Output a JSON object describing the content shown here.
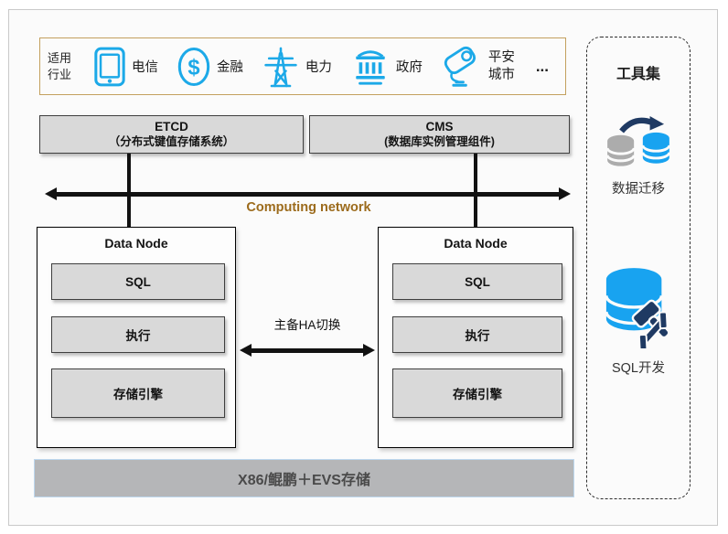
{
  "colors": {
    "accent_cyan": "#1CA9E8",
    "navy": "#1F3A63",
    "db_blue": "#18A3F0",
    "db_gray": "#ACACAC",
    "industry_border_tan": "#C3A05E",
    "network_label_brown": "#9C6B1C",
    "component_gray": "#D9D9D9",
    "infra_bar_gray": "#B5B6B8",
    "infra_bar_border": "#BDD7EE"
  },
  "industry_panel": {
    "label": "适用行业",
    "items": [
      {
        "icon": "phone-icon",
        "label": "电信"
      },
      {
        "icon": "dollar-icon",
        "label": "金融"
      },
      {
        "icon": "power-tower-icon",
        "label": "电力"
      },
      {
        "icon": "government-icon",
        "label": "政府"
      },
      {
        "icon": "cctv-camera-icon",
        "label": "平安城市"
      }
    ],
    "ellipsis": "..."
  },
  "control_plane": {
    "etcd": {
      "title": "ETCD",
      "subtitle": "（分布式键值存储系统）"
    },
    "cms": {
      "title": "CMS",
      "subtitle": "(数据库实例管理组件)"
    }
  },
  "network": {
    "label": "Computing network"
  },
  "data_nodes": {
    "left": {
      "title": "Data Node",
      "layers": [
        "SQL",
        "执行",
        "存储引擎"
      ]
    },
    "right": {
      "title": "Data Node",
      "layers": [
        "SQL",
        "执行",
        "存储引擎"
      ]
    }
  },
  "ha": {
    "label": "主备HA切换"
  },
  "infrastructure": {
    "label": "X86/鲲鹏＋EVS存储"
  },
  "toolset": {
    "title": "工具集",
    "tools": [
      {
        "icon": "data-migration-icon",
        "label": "数据迁移"
      },
      {
        "icon": "sql-development-icon",
        "label": "SQL开发"
      }
    ]
  }
}
